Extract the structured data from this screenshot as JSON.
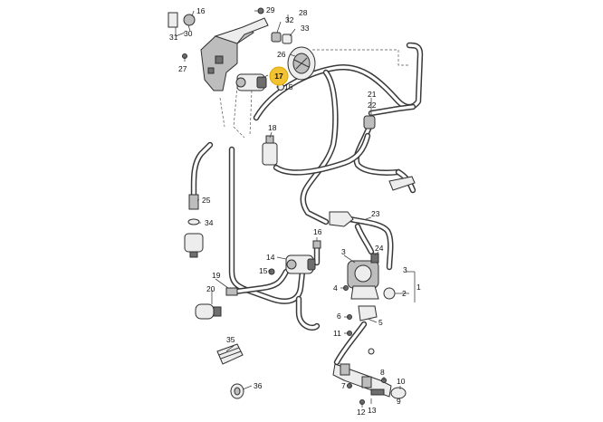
{
  "highlight_color": "#f2c230",
  "highlighted_part": "17",
  "callouts": {
    "c29": "29",
    "c16a": "16",
    "c28": "28",
    "c32": "32",
    "c33": "33",
    "c31": "31",
    "c30": "30",
    "c27": "27",
    "c26": "26",
    "c17": "17",
    "c15a": "15",
    "c21": "21",
    "c22": "22",
    "c18": "18",
    "c25": "25",
    "c34": "34",
    "c23": "23",
    "c16b": "16",
    "c14": "14",
    "c15b": "15",
    "c3a": "3",
    "c24": "24",
    "c19": "19",
    "c20": "20",
    "c3b": "3",
    "c4": "4",
    "c1": "1",
    "c2": "2",
    "c6": "6",
    "c5": "5",
    "c11": "11",
    "c35": "35",
    "c8": "8",
    "c10": "10",
    "c36": "36",
    "c7": "7",
    "c9": "9",
    "c12": "12",
    "c13": "13"
  }
}
